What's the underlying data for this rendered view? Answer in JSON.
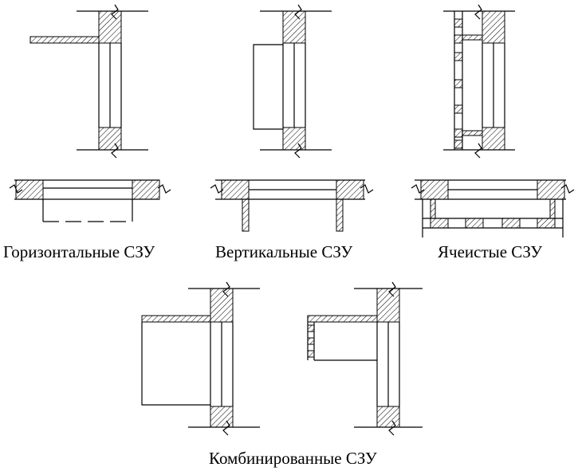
{
  "captions": {
    "horizontal": "Горизонтальные СЗУ",
    "vertical": "Вертикальные СЗУ",
    "cellular": "Ячеистые СЗУ",
    "combined": "Комбинированные СЗУ"
  },
  "colors": {
    "line": "#000000",
    "background": "#ffffff"
  }
}
